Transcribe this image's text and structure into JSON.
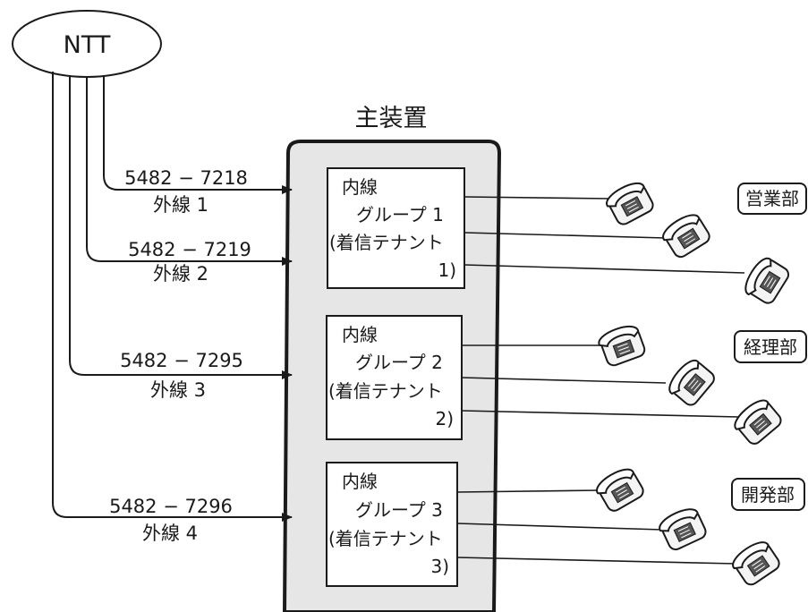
{
  "ntt_label": "NTT",
  "main_unit_title": "主装置",
  "lines": [
    {
      "number": "5482 − 7218",
      "name": "外線 1"
    },
    {
      "number": "5482 − 7219",
      "name": "外線 2"
    },
    {
      "number": "5482 − 7295",
      "name": "外線 3"
    },
    {
      "number": "5482 − 7296",
      "name": "外線 4"
    }
  ],
  "groups": [
    {
      "line1": "内線",
      "line2": "グループ 1",
      "line3": "(着信テナント",
      "line4": "1)",
      "department": "営業部"
    },
    {
      "line1": "内線",
      "line2": "グループ 2",
      "line3": "(着信テナント",
      "line4": "2)",
      "department": "経理部"
    },
    {
      "line1": "内線",
      "line2": "グループ 3",
      "line3": "(着信テナント",
      "line4": "3)",
      "department": "開発部"
    }
  ],
  "colors": {
    "ink": "#1a1a1a",
    "main_unit_fill": "#e6e6e6",
    "phone_fill": "#f4f4f4",
    "department_label_fill": "#ffffff"
  }
}
